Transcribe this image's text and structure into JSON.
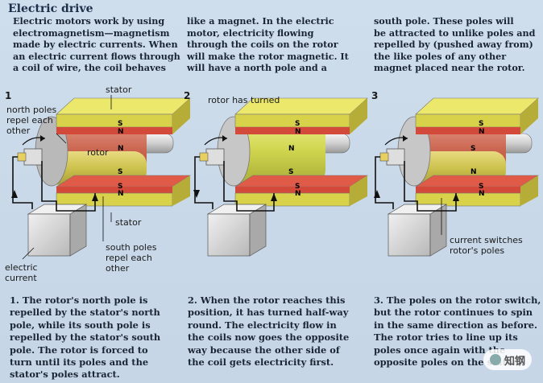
{
  "title": "Electric drive",
  "intro": {
    "col1": "Electric motors work by using\nelectromagnetism—magnetism\nmade by electric currents. When\nan electric current flows through\na coil of wire, the coil behaves",
    "col2": "like a magnet. In the electric\nmotor, electricity flowing\nthrough the coils on the rotor\nwill make the rotor magnetic. It\nwill have a north pole and a",
    "col3": "south pole. These poles will\nbe attracted to unlike poles and\nrepelled by (pushed away from)\nthe like poles of any other\nmagnet placed near the rotor."
  },
  "steps": [
    "1",
    "2",
    "3"
  ],
  "labels": {
    "stator": "stator",
    "north_poles": "north poles\nrepel each\nother",
    "rotor": "rotor",
    "stator_bottom": "stator",
    "south_poles": "south poles\nrepel each\nother",
    "electric_current": "electric\ncurrent",
    "rotor_turned": "rotor has turned",
    "current_switches": "current switches\nrotor's poles"
  },
  "pole_letters": {
    "s": "S",
    "n": "N"
  },
  "captions": {
    "c1": "1. The rotor's north pole is\nrepelled by the stator's north\npole, while its south pole is\nrepelled by the stator's south\npole. The rotor is forced to\nturn until its poles and the\nstator's poles attract.",
    "c2": "2. When the rotor reaches this\nposition, it has turned half-way\nround. The electricity flow in\nthe coils now goes the opposite\nway because the other side of\nthe coil gets electricity first.",
    "c3": "3. The poles on the rotor switch,\nbut the rotor continues to spin\nin the same direction as before.\nThe rotor tries to line up its\npoles once again with the\nopposite poles on the stator."
  },
  "watermark": "知钢",
  "colors": {
    "stator": "#d8d24a",
    "pole_red": "#d44a3a",
    "rotor_red": "#c9634e",
    "rotor_yellow": "#cfd44e",
    "battery": "#d9d9d9"
  }
}
